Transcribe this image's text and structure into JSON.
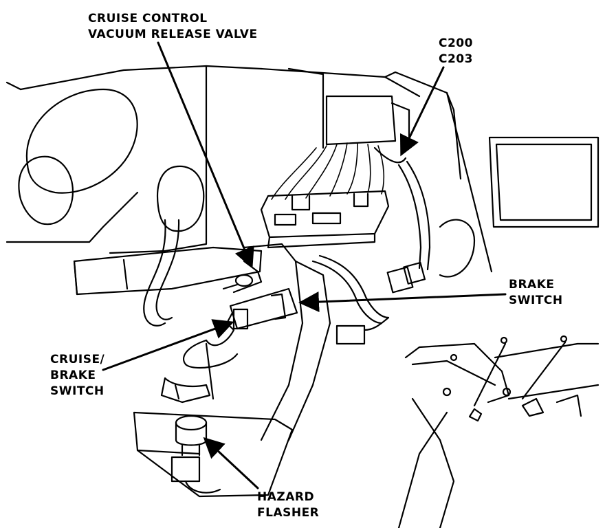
{
  "diagram": {
    "colors": {
      "ink": "#000000",
      "paper": "#ffffff"
    },
    "labels": {
      "cruise_control_valve": [
        "CRUISE CONTROL",
        "VACUUM RELEASE VALVE"
      ],
      "connectors": [
        "C200",
        "C203"
      ],
      "brake_switch": [
        "BRAKE",
        "SWITCH"
      ],
      "cruise_brake_switch": [
        "CRUISE/",
        "BRAKE",
        "SWITCH"
      ],
      "hazard_flasher": [
        "HAZARD",
        "FLASHER"
      ]
    }
  }
}
